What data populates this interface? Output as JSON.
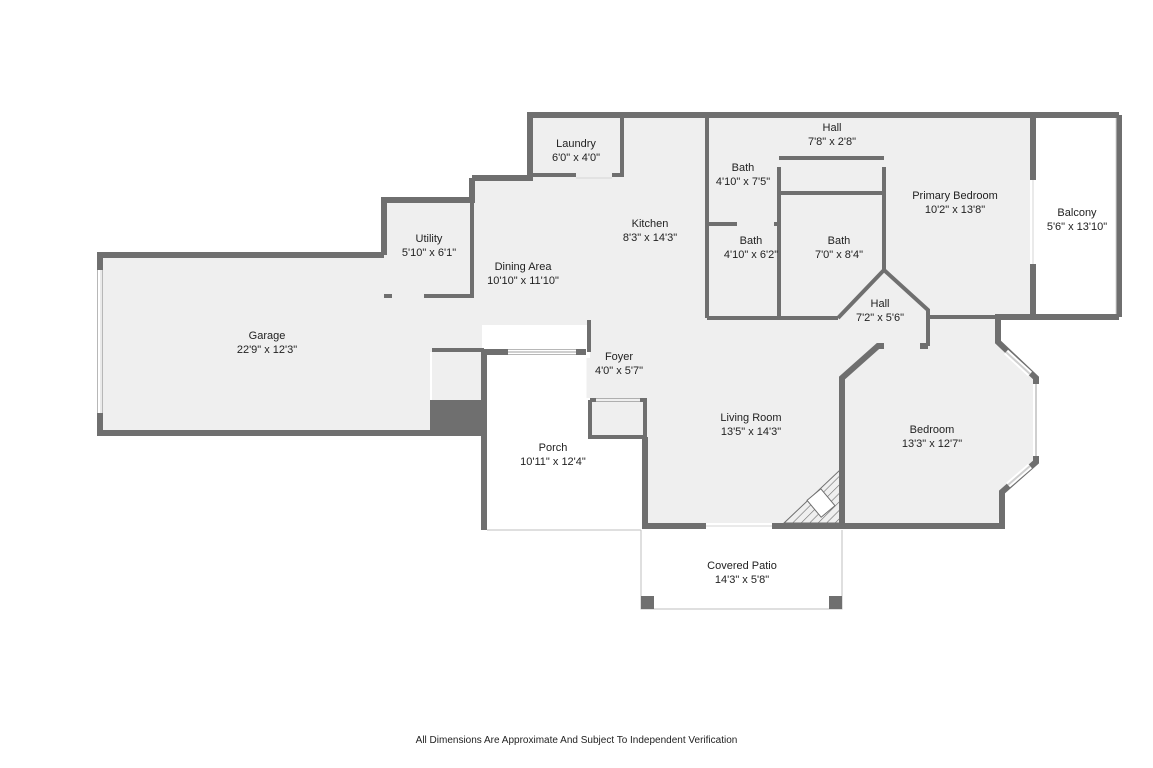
{
  "colors": {
    "wall": "#6f6f6f",
    "floor": "#efefef",
    "outdoor": "#ffffff",
    "window": "#d6d6d6",
    "text": "#222222"
  },
  "rooms": {
    "laundry": {
      "name": "Laundry",
      "dims": "6'0\" x 4'0\""
    },
    "hall_top": {
      "name": "Hall",
      "dims": "7'8\" x 2'8\""
    },
    "bath1": {
      "name": "Bath",
      "dims": "4'10\" x 7'5\""
    },
    "primary_bedroom": {
      "name": "Primary Bedroom",
      "dims": "10'2\" x 13'8\""
    },
    "balcony": {
      "name": "Balcony",
      "dims": "5'6\" x 13'10\""
    },
    "utility": {
      "name": "Utility",
      "dims": "5'10\" x 6'1\""
    },
    "kitchen": {
      "name": "Kitchen",
      "dims": "8'3\" x 14'3\""
    },
    "bath2": {
      "name": "Bath",
      "dims": "4'10\" x 6'2\""
    },
    "bath3": {
      "name": "Bath",
      "dims": "7'0\" x 8'4\""
    },
    "dining": {
      "name": "Dining Area",
      "dims": "10'10\" x 11'10\""
    },
    "hall_mid": {
      "name": "Hall",
      "dims": "7'2\" x 5'6\""
    },
    "garage": {
      "name": "Garage",
      "dims": "22'9\" x 12'3\""
    },
    "foyer": {
      "name": "Foyer",
      "dims": "4'0\" x 5'7\""
    },
    "living": {
      "name": "Living Room",
      "dims": "13'5\" x 14'3\""
    },
    "bedroom": {
      "name": "Bedroom",
      "dims": "13'3\" x 12'7\""
    },
    "porch": {
      "name": "Porch",
      "dims": "10'11\" x 12'4\""
    },
    "patio": {
      "name": "Covered Patio",
      "dims": "14'3\" x 5'8\""
    }
  },
  "footer": "All Dimensions Are Approximate And Subject To Independent Verification"
}
